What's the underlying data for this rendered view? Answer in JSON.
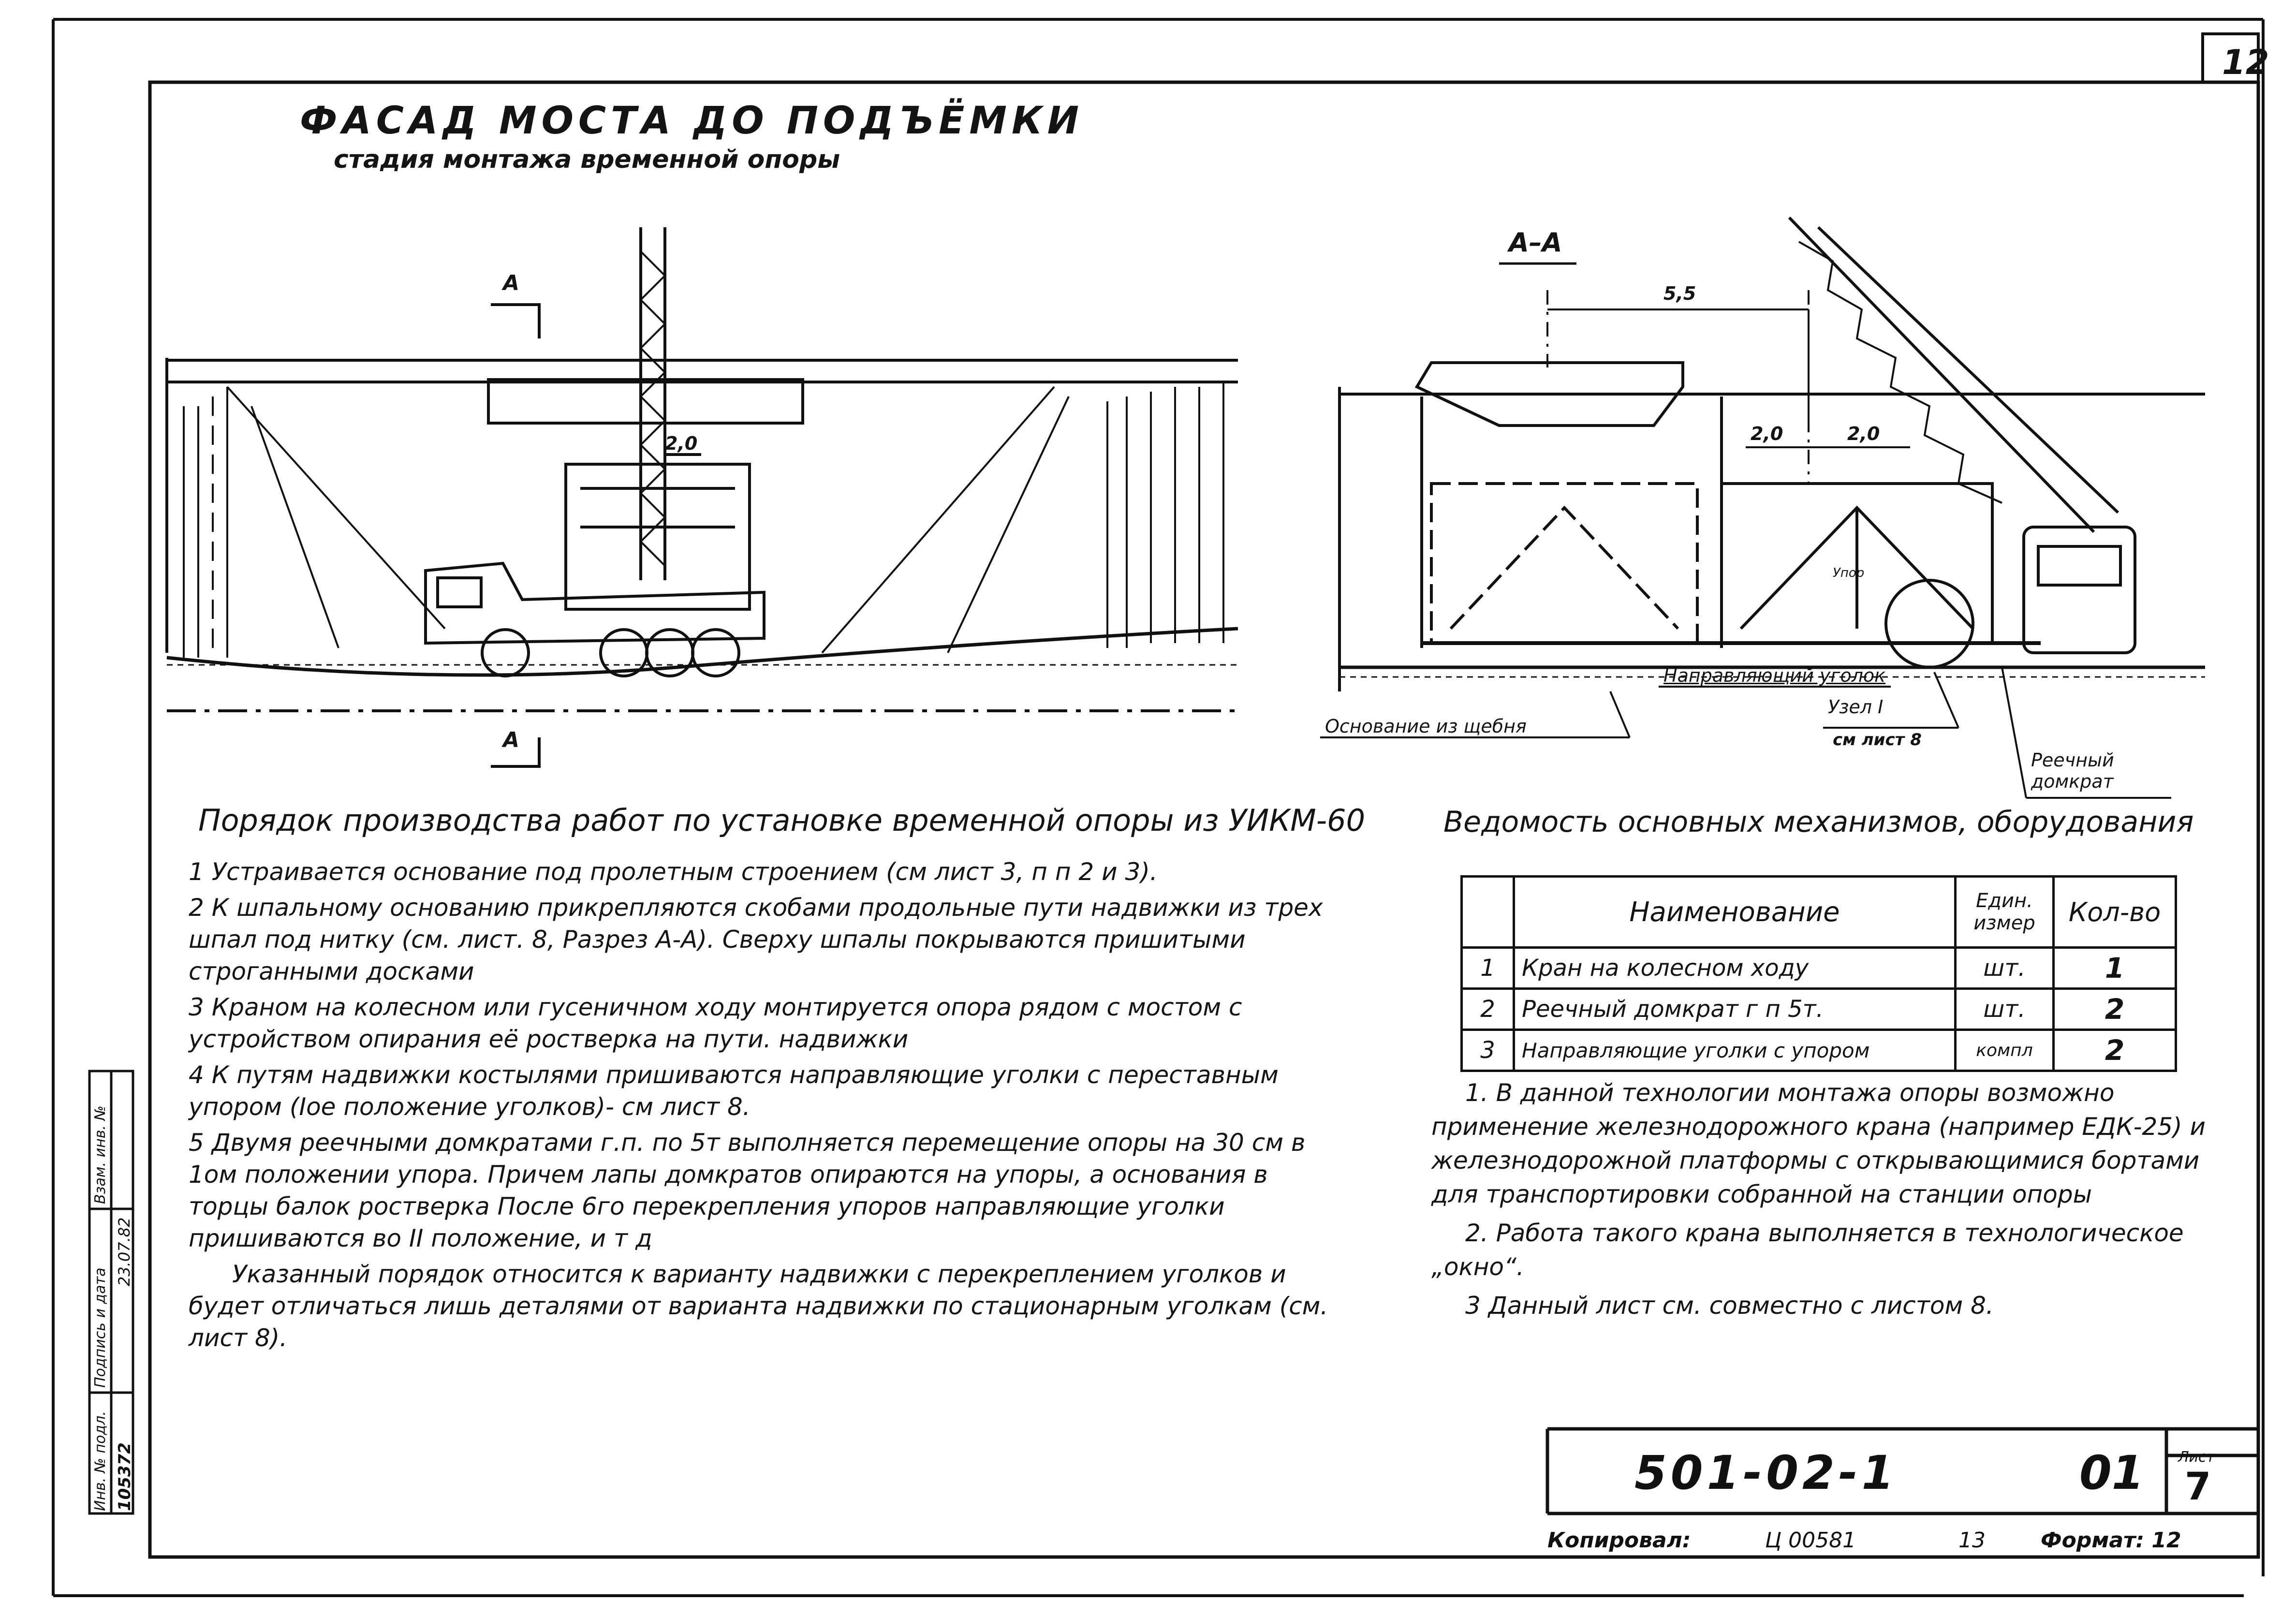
{
  "page_number": "12",
  "title": "ФАСАД  МОСТА  ДО ПОДЪЁМКИ",
  "subtitle": "стадия монтажа временной опоры",
  "elevation": {
    "section_mark_top": "А",
    "section_mark_bottom": "А",
    "dim_2_0": "2,0"
  },
  "section": {
    "title": "А–А",
    "dim_5_5": "5,5",
    "dim_left": "2,0",
    "dim_right": "2,0",
    "label_upor": "Упор",
    "label_guide": "Направляющий уголок",
    "label_base": "Основание из щебня",
    "label_node": "Узел I",
    "label_node_ref": "см лист 8",
    "label_jack": "Реечный домкрат"
  },
  "procedure": {
    "title": "Порядок производства работ по установке временной опоры из УИКМ-60",
    "paragraphs": [
      "1 Устраивается основание под пролетным строением (см лист 3, п п 2 и 3).",
      "2 К шпальному основанию прикрепляются скобами продольные пути надвижки из трех шпал под нитку (см. лист. 8, Разрез А-А). Сверху шпалы покрываются пришитыми строганными досками",
      "3 Краном на колесном или гусеничном ходу монтируется опора рядом с мостом с устройством опирания её ростверка на пути. надвижки",
      "4 К путям надвижки костылями пришиваются направляющие уголки с переставным упором (Iое положение уголков)- см лист 8.",
      "5 Двумя реечными домкратами г.п. по 5т выполняется перемещение опоры на 30 см в 1ом положении упора. Причем лапы домкратов опираются на упоры, а основания в торцы балок ростверка После 6го перекрепления упоров направляющие уголки пришиваются во II положение, и т д",
      "Указанный порядок относится к варианту надвижки с перекреплением уголков и будет отличаться лишь деталями от варианта надвижки по стационарным уголкам (см. лист 8)."
    ]
  },
  "vedomost": {
    "title": "Ведомость основных механизмов, оборудования",
    "headers": {
      "name": "Наименование",
      "unit": "Един. измер",
      "qty": "Кол-во"
    },
    "rows": [
      {
        "n": "1",
        "name": "Кран на колесном ходу",
        "unit": "шт.",
        "qty": "1"
      },
      {
        "n": "2",
        "name": "Реечный домкрат г п 5т.",
        "unit": "шт.",
        "qty": "2"
      },
      {
        "n": "3",
        "name": "Направляющие уголки с упором",
        "unit": "компл",
        "qty": "2"
      }
    ]
  },
  "notes": [
    "1. В данной технологии монтажа опоры возможно применение железнодорожного крана (например ЕДК-25) и железнодорожной платформы с открывающимися бортами для транспортировки собранной на станции опоры",
    "2. Работа такого крана выполняется в технологическое „окно“.",
    "3 Данный лист см. совместно с листом 8."
  ],
  "stamp": {
    "code": "501-02-1",
    "issue": "01",
    "sheet_label": "Лист",
    "sheet": "7"
  },
  "footer": {
    "copied_label": "Копировал:",
    "copied_value": "Ц 00581",
    "number": "13",
    "format_label": "Формат: 12"
  },
  "side_stamp": {
    "inv_label": "Инв. № подл.",
    "inv_value": "105372",
    "sign_label": "Подпись и дата",
    "sign_value": "23.07.82",
    "vzam_label": "Взам. инв. №"
  }
}
